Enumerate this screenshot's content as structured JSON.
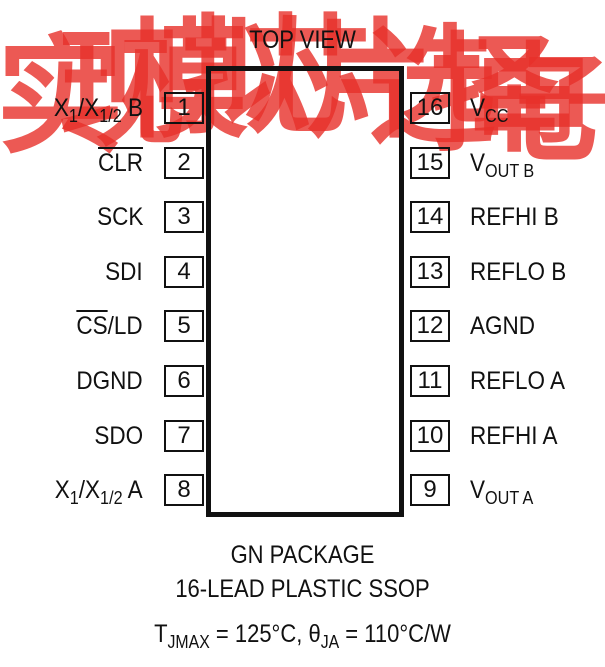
{
  "watermark": {
    "color": "#e8302a",
    "chars": [
      "实",
      "现",
      "模",
      "拟",
      "芯",
      "片",
      "选",
      "择",
      "电",
      "子"
    ]
  },
  "top_label": "TOP VIEW",
  "package": {
    "line1": "GN PACKAGE",
    "line2": "16-LEAD PLASTIC SSOP"
  },
  "thermal": {
    "t_sym": "T",
    "t_sub": "JMAX",
    "t_val": " = 125°C, ",
    "theta_sym": "θ",
    "theta_sub": "JA",
    "theta_val": " = 110°C/W"
  },
  "left_pins": [
    {
      "num": "1",
      "parts": [
        [
          "X",
          ""
        ],
        [
          "1",
          "sub"
        ],
        [
          "/X",
          ""
        ],
        [
          "1/2",
          "sub"
        ],
        [
          " B",
          ""
        ]
      ]
    },
    {
      "num": "2",
      "parts": [
        [
          "CLR",
          "ovl"
        ]
      ]
    },
    {
      "num": "3",
      "parts": [
        [
          "SCK",
          ""
        ]
      ]
    },
    {
      "num": "4",
      "parts": [
        [
          "SDI",
          ""
        ]
      ]
    },
    {
      "num": "5",
      "parts": [
        [
          "CS",
          "ovl"
        ],
        [
          "/LD",
          ""
        ]
      ]
    },
    {
      "num": "6",
      "parts": [
        [
          "DGND",
          ""
        ]
      ]
    },
    {
      "num": "7",
      "parts": [
        [
          "SDO",
          ""
        ]
      ]
    },
    {
      "num": "8",
      "parts": [
        [
          "X",
          ""
        ],
        [
          "1",
          "sub"
        ],
        [
          "/X",
          ""
        ],
        [
          "1/2",
          "sub"
        ],
        [
          " A",
          ""
        ]
      ]
    }
  ],
  "right_pins": [
    {
      "num": "16",
      "parts": [
        [
          "V",
          ""
        ],
        [
          "CC",
          "sub"
        ]
      ]
    },
    {
      "num": "15",
      "parts": [
        [
          "V",
          ""
        ],
        [
          "OUT B",
          "sub"
        ]
      ]
    },
    {
      "num": "14",
      "parts": [
        [
          "REFHI B",
          ""
        ]
      ]
    },
    {
      "num": "13",
      "parts": [
        [
          "REFLO B",
          ""
        ]
      ]
    },
    {
      "num": "12",
      "parts": [
        [
          "AGND",
          ""
        ]
      ]
    },
    {
      "num": "11",
      "parts": [
        [
          "REFLO A",
          ""
        ]
      ]
    },
    {
      "num": "10",
      "parts": [
        [
          "REFHI A",
          ""
        ]
      ]
    },
    {
      "num": "9",
      "parts": [
        [
          "V",
          ""
        ],
        [
          "OUT A",
          "sub"
        ]
      ]
    }
  ]
}
